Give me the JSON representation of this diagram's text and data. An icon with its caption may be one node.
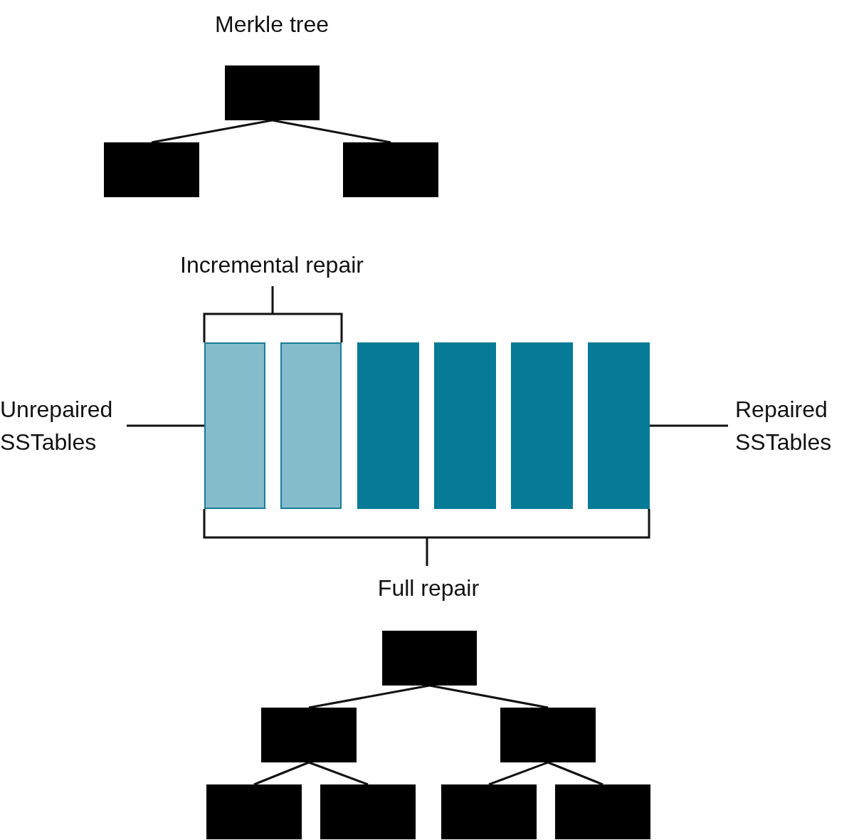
{
  "diagram": {
    "nodes": [
      {
        "text": [],
        "shape": "box"
      },
      {
        "text": [],
        "shape": "box"
      },
      {
        "text": [],
        "shape": "box"
      },
      {
        "text": [
          "Unrepaired SSTables"
        ]
      },
      {
        "text": [],
        "shape": "bar"
      },
      {
        "text": [],
        "shape": "bar"
      },
      {
        "text": [],
        "shape": "bar"
      },
      {
        "text": [],
        "shape": "bar"
      },
      {
        "text": [],
        "shape": "bar"
      },
      {
        "text": [],
        "shape": "bar"
      },
      {
        "text": [
          "Repaired SSTables"
        ]
      },
      {
        "text": [],
        "shape": "box"
      },
      {
        "text": [],
        "shape": "box"
      },
      {
        "text": [],
        "shape": "box"
      },
      {
        "text": [],
        "shape": "box"
      },
      {
        "text": [],
        "shape": "box"
      },
      {
        "text": [],
        "shape": "box"
      },
      {
        "text": [],
        "shape": "box"
      }
    ],
    "edges": [
      {
        "from": 0,
        "to": 1,
        "arrow": "none"
      },
      {
        "from": 0,
        "to": 2,
        "arrow": "none"
      },
      {
        "from": 3,
        "to": 4,
        "arrow": "none"
      },
      {
        "from": 10,
        "to": 9,
        "arrow": "none"
      },
      {
        "from": 11,
        "to": 12,
        "arrow": "none"
      },
      {
        "from": 11,
        "to": 13,
        "arrow": "none"
      },
      {
        "from": 12,
        "to": 14,
        "arrow": "none"
      },
      {
        "from": 12,
        "to": 15,
        "arrow": "none"
      },
      {
        "from": 13,
        "to": 16,
        "arrow": "none"
      },
      {
        "from": 13,
        "to": 17,
        "arrow": "none"
      }
    ],
    "labels": [
      "Merkle tree",
      "Incremental repair",
      "Full repair"
    ]
  }
}
